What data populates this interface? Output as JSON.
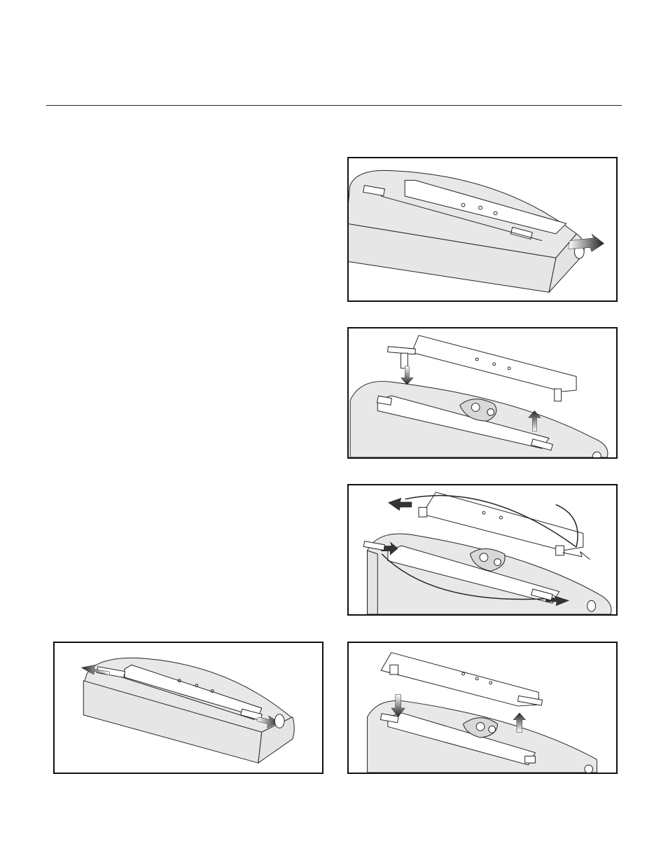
{
  "page": {
    "figures": [
      {
        "id": "fig1",
        "icon": "assembled-hinge-pin-removal"
      },
      {
        "id": "fig2",
        "icon": "plate-lift-off"
      },
      {
        "id": "fig3",
        "icon": "pin-swap"
      },
      {
        "id": "fig4",
        "icon": "assembled-pins-out"
      },
      {
        "id": "fig5",
        "icon": "plate-reinstall"
      }
    ]
  },
  "colors": {
    "line": "#222222",
    "body_fill": "#e8e8e8",
    "plate_fill": "#ffffff",
    "arrow_fill": "#333333"
  }
}
